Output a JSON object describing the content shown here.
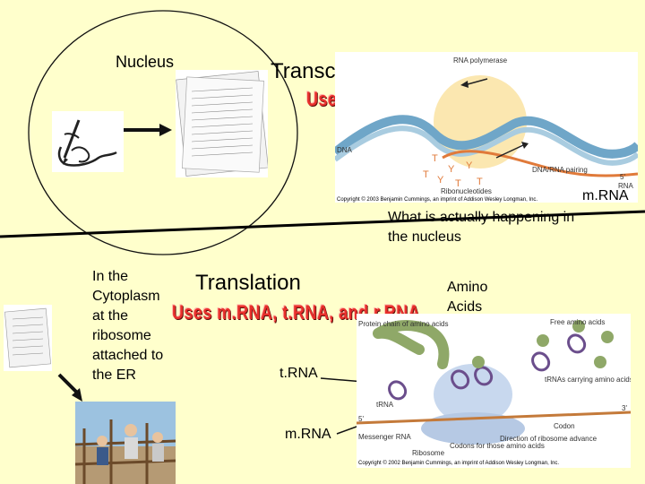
{
  "top": {
    "nucleus_label": "Nucleus",
    "transcription_title": "Transcription",
    "uses_mrna": "Uses m.RNA",
    "mrna_label": "m.RNA",
    "nucleus_note": "What is actually happening in the nucleus",
    "diagram": {
      "polymerase": "RNA polymerase",
      "dna": "DNA",
      "pairing": "DNA/RNA pairing",
      "ribonucleotides": "Ribonucleotides",
      "five_prime": "5'",
      "rna": "RNA",
      "copyright": "Copyright © 2003 Benjamin Cummings, an imprint of Addison Wesley Longman, Inc."
    }
  },
  "bottom": {
    "cytoplasm_note": "In the Cytoplasm at the ribosome attached to the ER",
    "translation_title": "Translation",
    "uses_rnas": "Uses m.RNA, t.RNA, and r.RNA",
    "trna_label": "t.RNA",
    "mrna_label": "m.RNA",
    "amino_label": "Amino Acids",
    "diagram": {
      "protein_chain": "Protein chain of amino acids",
      "free_amino": "Free amino acids",
      "trna_carrying": "tRNAs carrying amino acids",
      "trna": "tRNA",
      "messenger": "Messenger RNA",
      "ribosome": "Ribosome",
      "codons": "Codons for those amino acids",
      "direction": "Direction of ribosome advance",
      "codon": "Codon",
      "five_prime": "5'",
      "three_prime": "3'",
      "copyright": "Copyright © 2002 Benjamin Cummings, an imprint of Addison Wesley Longman, Inc."
    }
  },
  "colors": {
    "background": "#FFFFCC",
    "title_red": "#E8302C",
    "trna_purple": "#6B4E8C",
    "amino_green": "#8FA868",
    "dna_blue": "#6FA6C8",
    "rna_orange": "#E07A3A"
  }
}
